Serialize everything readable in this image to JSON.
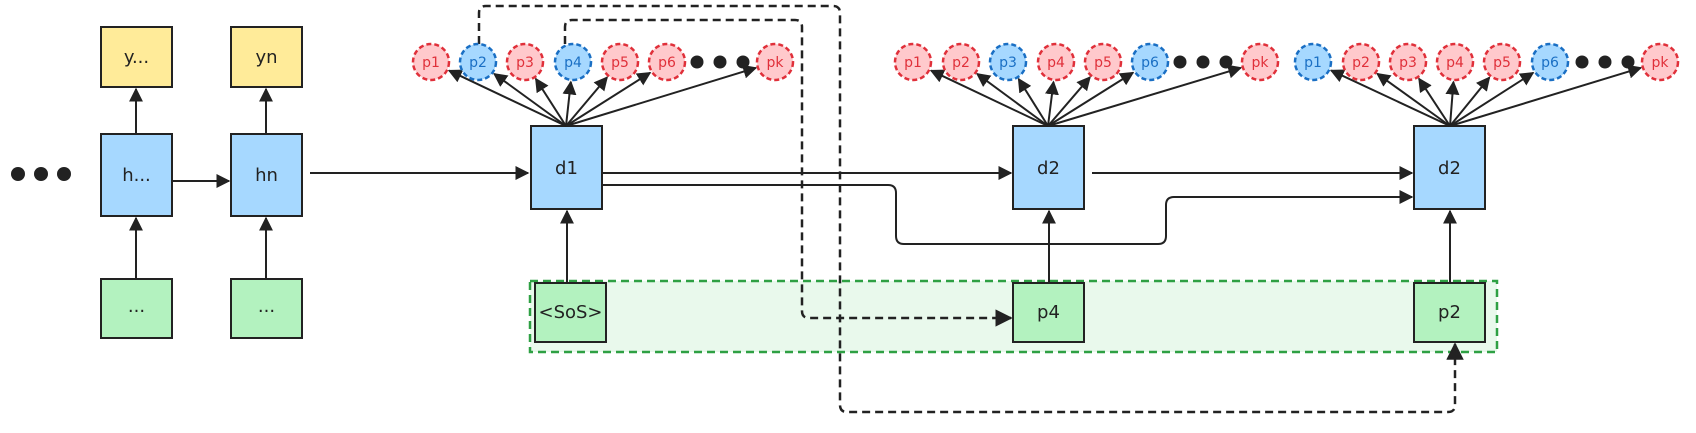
{
  "colors": {
    "hidden_fill": "#a6d8ff",
    "output_fill": "#ffeb99",
    "input_fill": "#b3f2bf",
    "region_fill": "#e9f9ec",
    "region_stroke": "#2ea043",
    "token_red_fill": "#ffc9cc",
    "token_red_stroke": "#e0303a",
    "token_red_text": "#e0303a",
    "token_blue_fill": "#a6d8ff",
    "token_blue_stroke": "#1a6fc4",
    "token_blue_text": "#1a6fc4",
    "stroke": "#222222"
  },
  "encoder": {
    "ellipsis_icon": "ellipsis-dots",
    "columns": [
      {
        "output": "y...",
        "hidden": "h...",
        "input": "..."
      },
      {
        "output": "yn",
        "hidden": "hn",
        "input": "..."
      }
    ]
  },
  "decoder": {
    "steps": [
      {
        "hidden": "d1",
        "input": "<SoS>",
        "tokens": [
          {
            "label": "p1",
            "selected": false
          },
          {
            "label": "p2",
            "selected": true
          },
          {
            "label": "p3",
            "selected": false
          },
          {
            "label": "p4",
            "selected": true
          },
          {
            "label": "p5",
            "selected": false
          },
          {
            "label": "p6",
            "selected": false
          },
          {
            "label": "pk",
            "selected": false
          }
        ]
      },
      {
        "hidden": "d2",
        "input": "p4",
        "tokens": [
          {
            "label": "p1",
            "selected": false
          },
          {
            "label": "p2",
            "selected": false
          },
          {
            "label": "p3",
            "selected": true
          },
          {
            "label": "p4",
            "selected": false
          },
          {
            "label": "p5",
            "selected": false
          },
          {
            "label": "p6",
            "selected": true
          },
          {
            "label": "pk",
            "selected": false
          }
        ]
      },
      {
        "hidden": "d2",
        "input": "p2",
        "tokens": [
          {
            "label": "p1",
            "selected": true
          },
          {
            "label": "p2",
            "selected": false
          },
          {
            "label": "p3",
            "selected": false
          },
          {
            "label": "p4",
            "selected": false
          },
          {
            "label": "p5",
            "selected": false
          },
          {
            "label": "p6",
            "selected": true
          },
          {
            "label": "pk",
            "selected": false
          }
        ]
      }
    ]
  }
}
